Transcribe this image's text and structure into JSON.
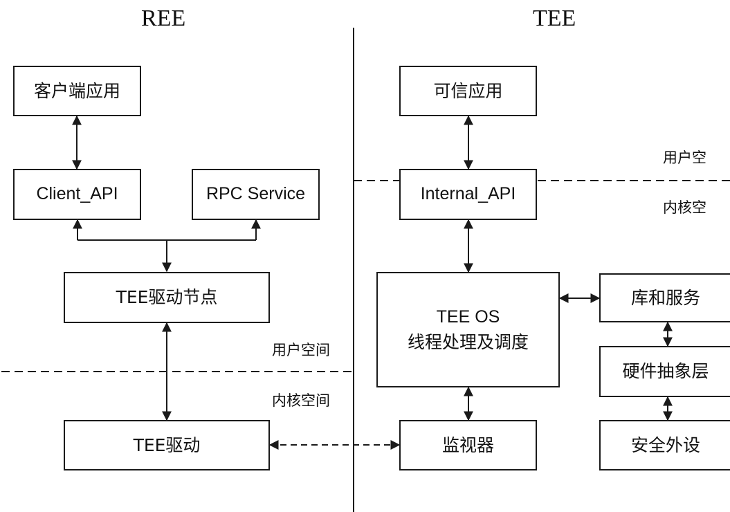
{
  "titles": {
    "ree": "REE",
    "tee": "TEE"
  },
  "ree": {
    "client_app": "客户端应用",
    "client_api": "Client_API",
    "rpc_service": "RPC Service",
    "tee_driver_node": "TEE驱动节点",
    "tee_driver": "TEE驱动",
    "user_space": "用户空间",
    "kernel_space": "内核空间"
  },
  "tee": {
    "trusted_app": "可信应用",
    "internal_api": "Internal_API",
    "tee_os_line1": "TEE OS",
    "tee_os_line2": "线程处理及调度",
    "libs_services": "库和服务",
    "hal": "硬件抽象层",
    "secure_peripheral": "安全外设",
    "monitor": "监视器",
    "user_space": "用户空",
    "kernel_space": "内核空"
  }
}
